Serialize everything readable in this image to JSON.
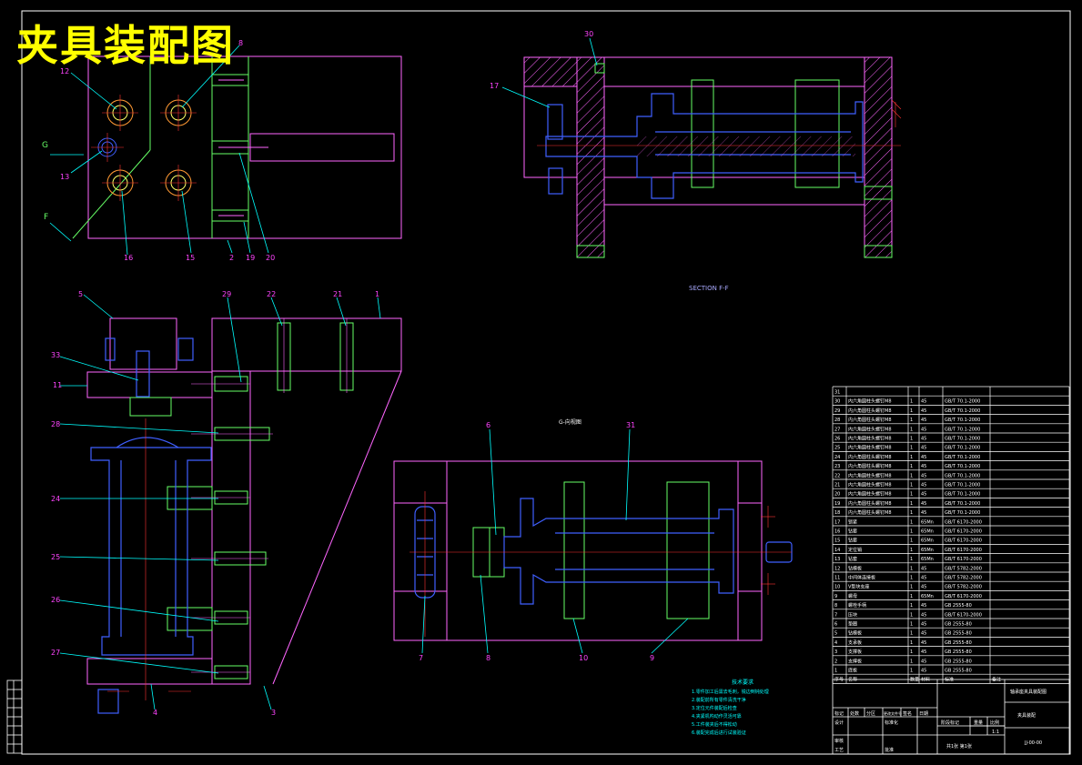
{
  "drawing_title": "夹具装配图",
  "colors": {
    "background": "#000000",
    "frame": "#ffffff",
    "body": "#ff66ff",
    "green": "#66ff66",
    "blue": "#3f5fff",
    "cyan": "#00ffff",
    "yellow": "#ffff00",
    "red": "#ff3333",
    "callout": "#ff44ff"
  },
  "top_view": {
    "callouts": [
      "12",
      "13",
      "16",
      "15",
      "2",
      "19",
      "20",
      "8"
    ],
    "arrow_labels": [
      "G",
      "F"
    ]
  },
  "section_view": {
    "caption": "SECTION F-F",
    "callouts": [
      "30",
      "17"
    ]
  },
  "front_view": {
    "callouts": [
      "5",
      "29",
      "22",
      "21",
      "1",
      "33",
      "11",
      "28",
      "24",
      "25",
      "26",
      "27",
      "4",
      "3"
    ]
  },
  "g_view": {
    "caption": "G-向视图",
    "callouts": [
      "6",
      "31",
      "7",
      "8",
      "10",
      "9"
    ]
  },
  "tech_notes": {
    "heading": "技术要求",
    "lines": [
      "1.零件加工后需去毛刺，锐边倒钝处理",
      "2.装配前所有零件清洗干净",
      "3.定位元件装配后检查",
      "4.夹紧机构动作灵活可靠",
      "5.工件装夹后不得松动",
      "6.装配完成后进行试装验证"
    ]
  },
  "bom": {
    "headers": [
      "序号",
      "名称",
      "数量",
      "材料",
      "标准",
      "备注"
    ],
    "rows": [
      [
        "31",
        "",
        "",
        "",
        "",
        ""
      ],
      [
        "30",
        "内六角圆柱头螺钉M8",
        "1",
        "45",
        "GB/T 70.1-2000",
        ""
      ],
      [
        "29",
        "内六角圆柱头螺钉M8",
        "1",
        "45",
        "GB/T 70.1-2000",
        ""
      ],
      [
        "28",
        "内六角圆柱头螺钉M8",
        "1",
        "45",
        "GB/T 70.1-2000",
        ""
      ],
      [
        "27",
        "内六角圆柱头螺钉M8",
        "1",
        "45",
        "GB/T 70.1-2000",
        ""
      ],
      [
        "26",
        "内六角圆柱头螺钉M8",
        "1",
        "45",
        "GB/T 70.1-2000",
        ""
      ],
      [
        "25",
        "内六角圆柱头螺钉M8",
        "1",
        "45",
        "GB/T 70.1-2000",
        ""
      ],
      [
        "24",
        "内六角圆柱头螺钉M8",
        "1",
        "45",
        "GB/T 70.1-2000",
        ""
      ],
      [
        "23",
        "内六角圆柱头螺钉M8",
        "1",
        "45",
        "GB/T 70.1-2000",
        ""
      ],
      [
        "22",
        "内六角圆柱头螺钉M8",
        "1",
        "45",
        "GB/T 70.1-2000",
        ""
      ],
      [
        "21",
        "内六角圆柱头螺钉M8",
        "1",
        "45",
        "GB/T 70.1-2000",
        ""
      ],
      [
        "20",
        "内六角圆柱头螺钉M8",
        "1",
        "45",
        "GB/T 70.1-2000",
        ""
      ],
      [
        "19",
        "内六角圆柱头螺钉M8",
        "1",
        "45",
        "GB/T 70.1-2000",
        ""
      ],
      [
        "18",
        "内六角圆柱头螺钉M8",
        "1",
        "45",
        "GB/T 70.1-2000",
        ""
      ],
      [
        "17",
        "锁紧",
        "1",
        "65Mn",
        "GB/T 6170-2000",
        ""
      ],
      [
        "16",
        "钻套",
        "1",
        "65Mn",
        "GB/T 6170-2000",
        ""
      ],
      [
        "15",
        "钻套",
        "1",
        "65Mn",
        "GB/T 6170-2000",
        ""
      ],
      [
        "14",
        "定位销",
        "1",
        "65Mn",
        "GB/T 6170-2000",
        ""
      ],
      [
        "13",
        "钻套",
        "1",
        "65Mn",
        "GB/T 6170-2000",
        ""
      ],
      [
        "12",
        "钻模板",
        "1",
        "45",
        "GB/T 5782-2000",
        ""
      ],
      [
        "11",
        "中间体连接板",
        "1",
        "45",
        "GB/T 5782-2000",
        ""
      ],
      [
        "10",
        "V型块支座",
        "1",
        "45",
        "GB/T 5782-2000",
        ""
      ],
      [
        "9",
        "螺母",
        "1",
        "65Mn",
        "GB/T 6170-2000",
        ""
      ],
      [
        "8",
        "螺栓手柄",
        "1",
        "45",
        "GB 2555-80",
        ""
      ],
      [
        "7",
        "压块",
        "1",
        "45",
        "GB/T 6170-2000",
        ""
      ],
      [
        "6",
        "垫圈",
        "1",
        "45",
        "GB 2555-80",
        ""
      ],
      [
        "5",
        "钻模板",
        "1",
        "45",
        "GB 2555-80",
        ""
      ],
      [
        "4",
        "支承板",
        "1",
        "45",
        "GB 2555-80",
        ""
      ],
      [
        "3",
        "支撑板",
        "1",
        "45",
        "GB 2555-80",
        ""
      ],
      [
        "2",
        "支撑板",
        "1",
        "45",
        "GB 2555-80",
        ""
      ],
      [
        "1",
        "底板",
        "1",
        "45",
        "GB 2555-80",
        ""
      ]
    ]
  },
  "title_block": {
    "part_name": "轴承座夹具装配图",
    "sub_title": "夹具装配",
    "cells": [
      "标记",
      "处数",
      "分区",
      "更改文件号",
      "签名",
      "日期",
      "设计",
      "标准化",
      "审核",
      "工艺",
      "批准",
      "阶段标记",
      "重量",
      "比例",
      "1:1"
    ],
    "sheet_info": "共1张 第1张",
    "drawing_no": "JJ-00-00"
  }
}
